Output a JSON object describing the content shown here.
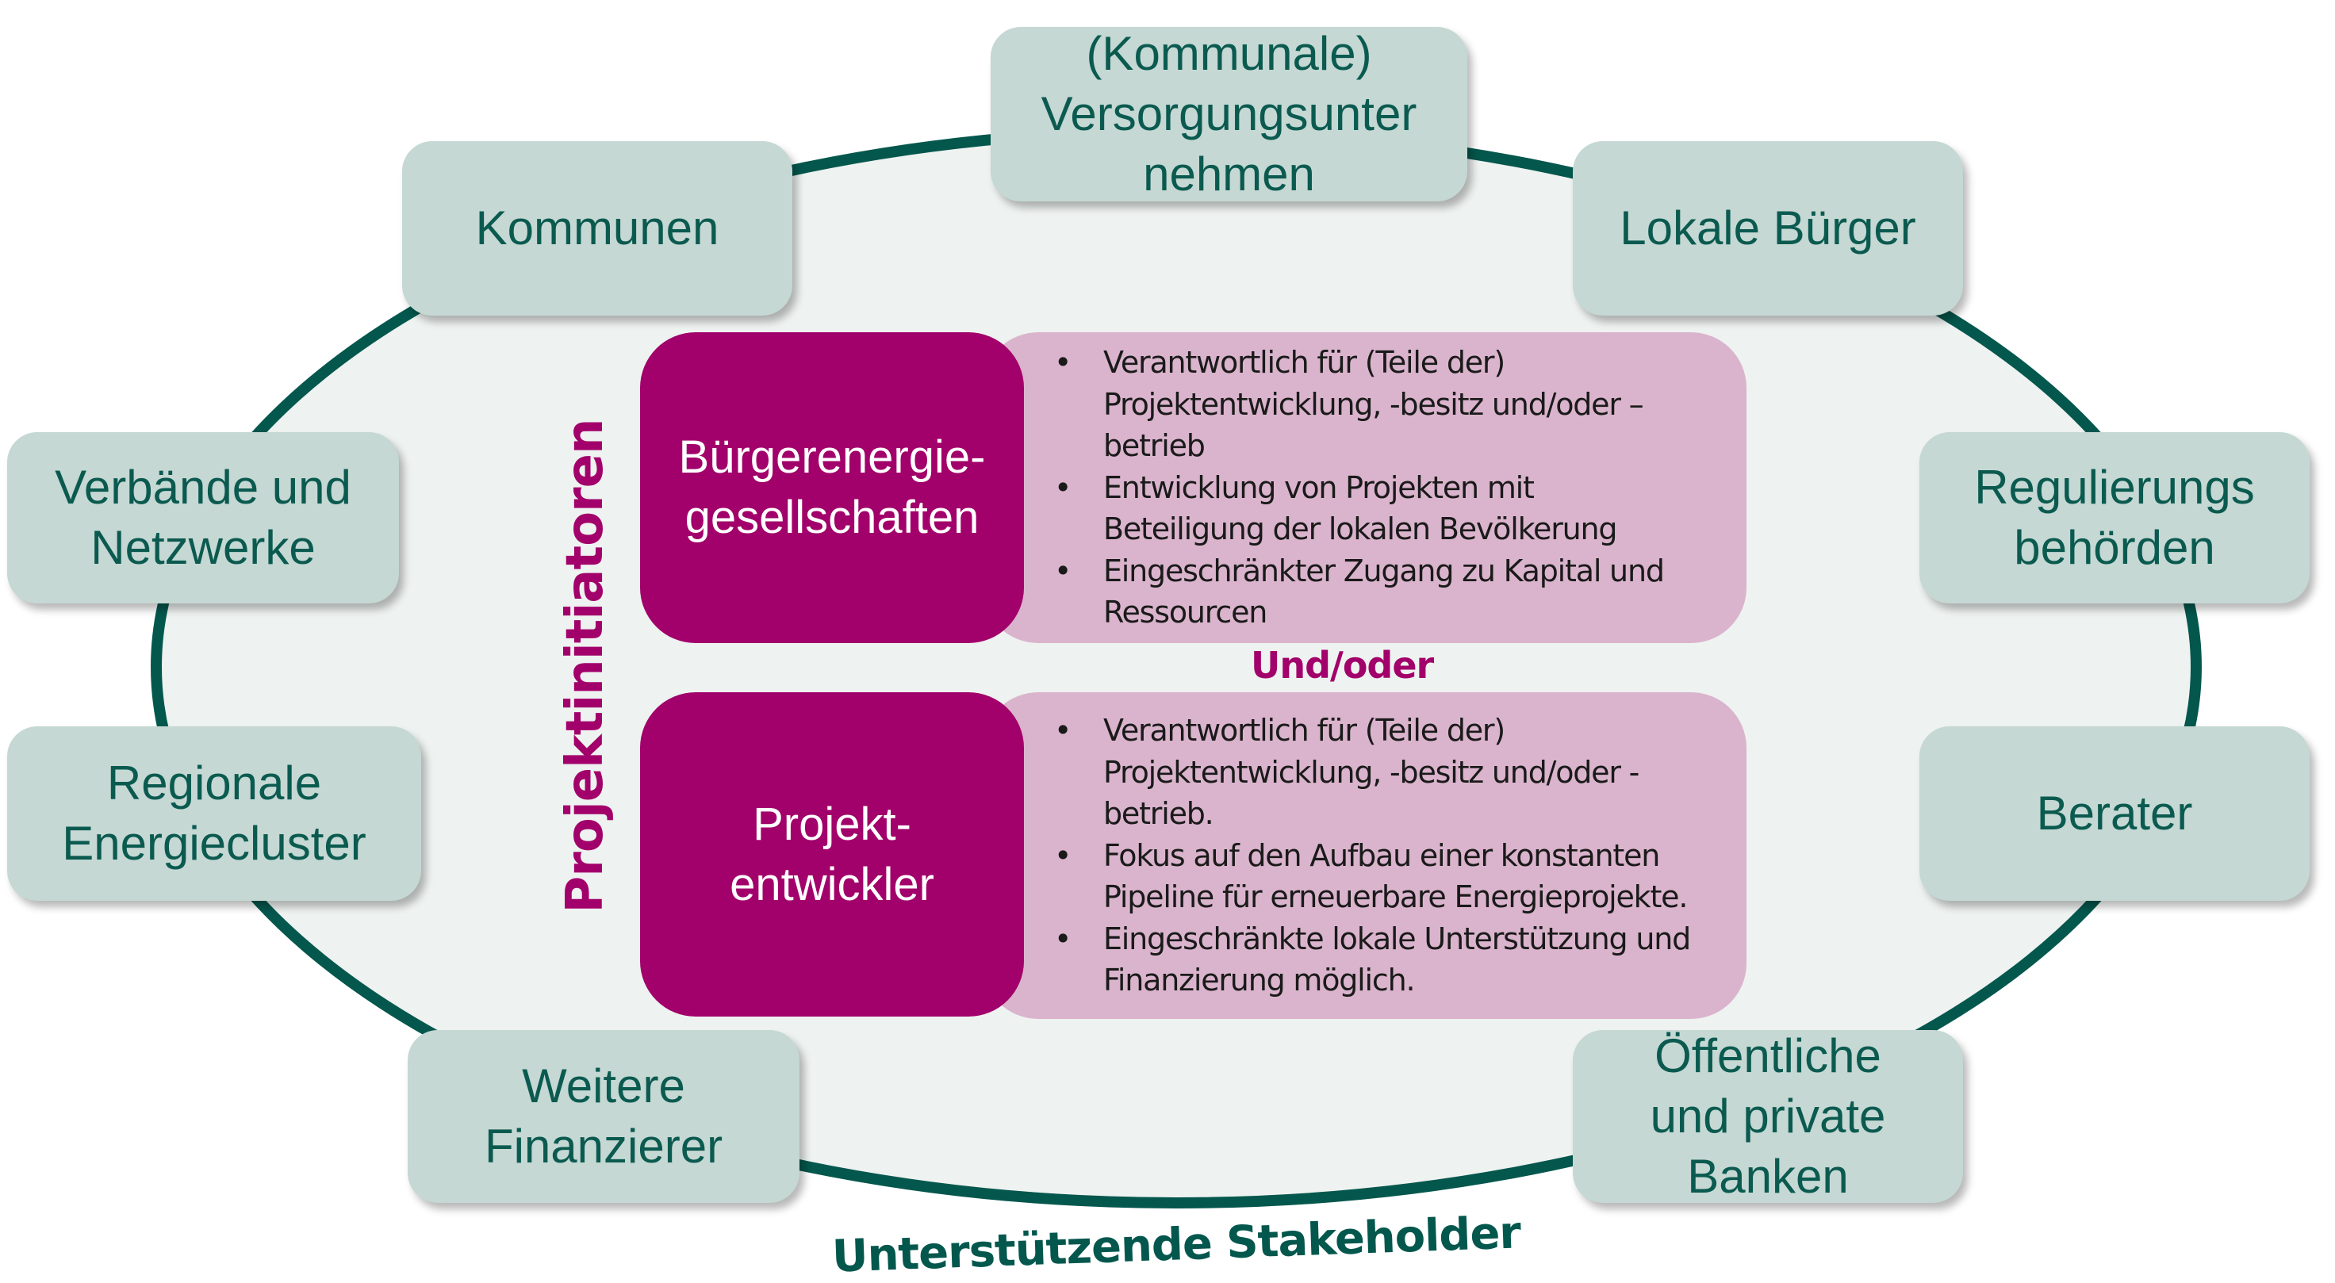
{
  "colors": {
    "ellipse_fill": "#eef2f0",
    "ellipse_stroke": "#04574d",
    "stakeholder_box": "#c5d8d3",
    "stakeholder_text": "#0b5a50",
    "initiator": "#a2006a",
    "initiator_panel": "#dab4cc"
  },
  "stakeholders": [
    {
      "label": "Kommunen"
    },
    {
      "label": "(Kommunale)\nVersorgungsunter\nnehmen"
    },
    {
      "label": "Lokale Bürger"
    },
    {
      "label": "Verbände und\nNetzwerke"
    },
    {
      "label": "Regulierungs\nbehörden"
    },
    {
      "label": "Regionale\nEnergiecluster"
    },
    {
      "label": "Berater"
    },
    {
      "label": "Weitere\nFinanzierer"
    },
    {
      "label": "Öffentliche\nund private\nBanken"
    }
  ],
  "initiators_label": "Projektinitiatoren",
  "connector": "Und/oder",
  "supporting_label": "Unterstützende Stakeholder",
  "initiators": [
    {
      "title": "Bürgerenergie-\ngesellschaften",
      "bullets": [
        "Verantwortlich für (Teile der) Projektentwicklung, -besitz und/oder –betrieb",
        "Entwicklung von Projekten mit Beteiligung der lokalen Bevölkerung",
        "Eingeschränkter Zugang zu Kapital und Ressourcen"
      ]
    },
    {
      "title": "Projekt-\nentwickler",
      "bullets": [
        "Verantwortlich für (Teile der) Projektentwicklung, -besitz und/oder - betrieb.",
        "Fokus auf den Aufbau einer konstanten Pipeline für erneuerbare Energieprojekte.",
        "Eingeschränkte lokale Unterstützung und Finanzierung möglich."
      ]
    }
  ]
}
